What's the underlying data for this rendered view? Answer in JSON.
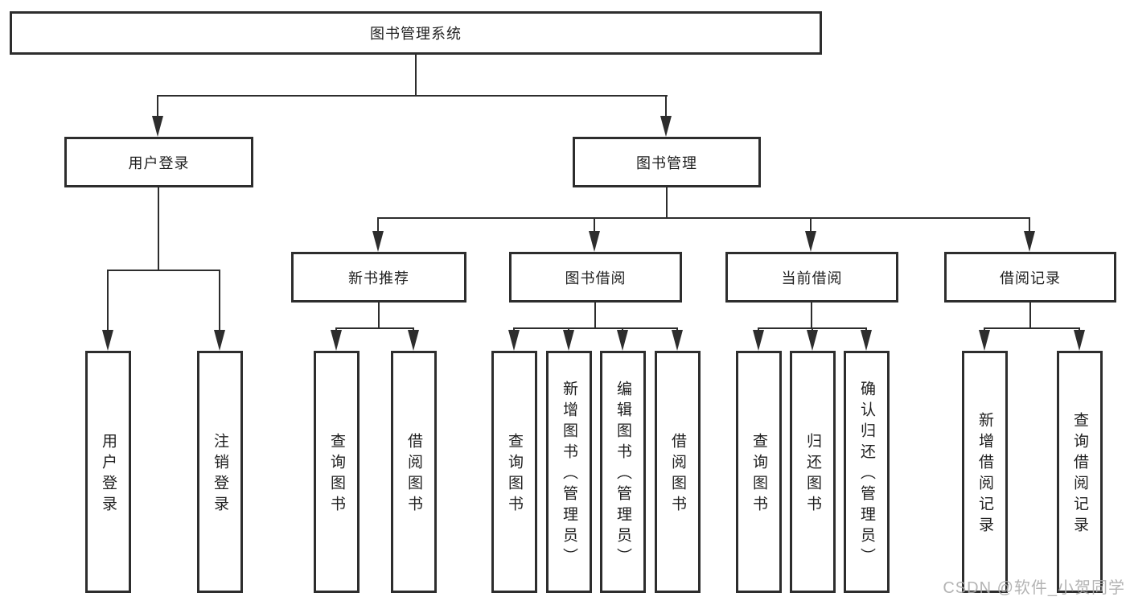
{
  "tree": {
    "root": "图书管理系统",
    "branches": [
      {
        "label": "用户登录",
        "children": [
          "用户登录",
          "注销登录"
        ]
      },
      {
        "label": "图书管理",
        "sections": [
          {
            "label": "新书推荐",
            "children": [
              "查询图书",
              "借阅图书"
            ]
          },
          {
            "label": "图书借阅",
            "children": [
              "查询图书",
              "新增图书（管理员）",
              "编辑图书（管理员）",
              "借阅图书"
            ]
          },
          {
            "label": "当前借阅",
            "children": [
              "查询图书",
              "归还图书",
              "确认归还（管理员）"
            ]
          },
          {
            "label": "借阅记录",
            "children": [
              "新增借阅记录",
              "查询借阅记录"
            ]
          }
        ]
      }
    ]
  },
  "watermark": {
    "text": "CSDN @软件_小贺同学"
  },
  "colors": {
    "line": "#2d2d2d",
    "text": "#1f1f1f",
    "background": "#ffffff",
    "watermark": "#acacac"
  }
}
